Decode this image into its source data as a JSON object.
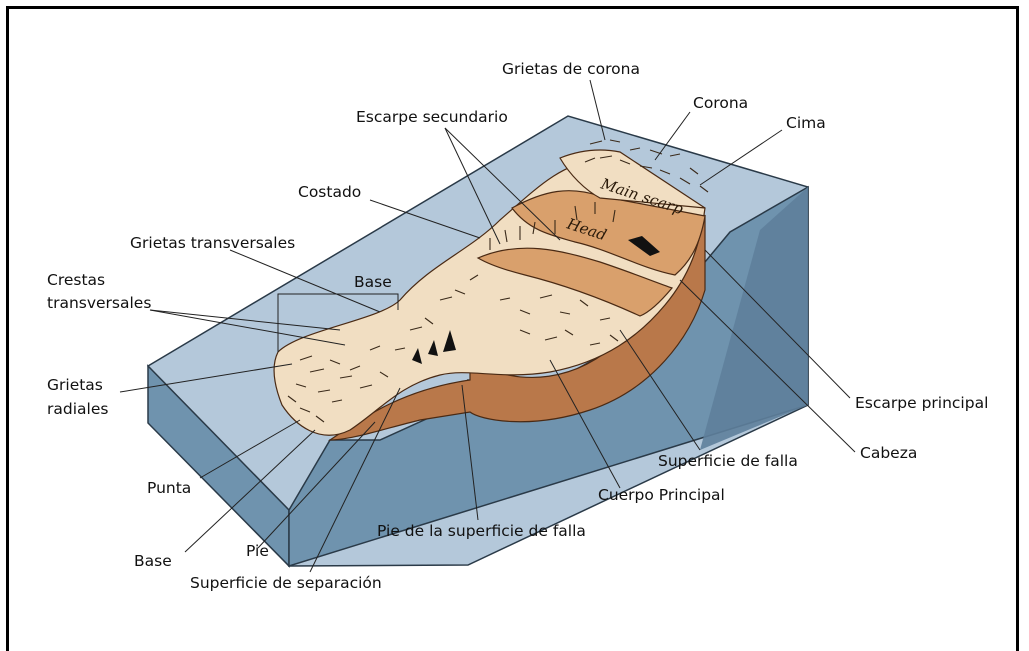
{
  "labels": {
    "grietas_corona": "Grietas de corona",
    "corona": "Corona",
    "cima": "Cima",
    "escarpe_secundario": "Escarpe secundario",
    "costado": "Costado",
    "grietas_transversales": "Grietas transversales",
    "base_top": "Base",
    "crestas_1": "Crestas",
    "crestas_2": "transversales",
    "grietas_radiales_1": "Grietas",
    "grietas_radiales_2": "radiales",
    "punta": "Punta",
    "base_bottom": "Base",
    "pie": "Pie",
    "superficie_separacion": "Superficie de separación",
    "pie_superficie_falla": "Pie de la superficie de falla",
    "cuerpo_principal": "Cuerpo Principal",
    "superficie_falla": "Superficie de falla",
    "cabeza": "Cabeza",
    "escarpe_principal": "Escarpe principal"
  },
  "inset": {
    "main_scarp": "Main scarp",
    "head": "Head"
  },
  "colors": {
    "terrain_top": "#b4c8da",
    "terrain_front": "#6f93ae",
    "terrain_side": "#5e809b",
    "slide_light": "#f1dec2",
    "slide_mid": "#d9a06c",
    "slide_dark": "#b9784a"
  }
}
